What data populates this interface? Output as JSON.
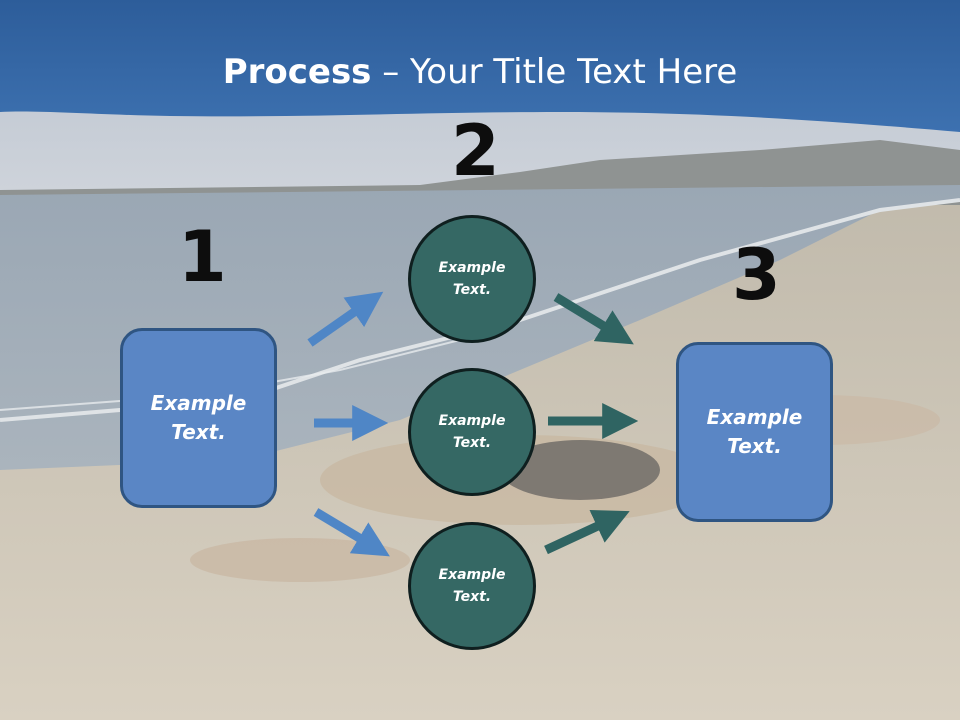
{
  "title": {
    "bold": "Process",
    "rest": " – Your Title Text Here"
  },
  "steps": {
    "one": "1",
    "two": "2",
    "three": "3"
  },
  "boxes": {
    "left": [
      "Example",
      "Text."
    ],
    "right": [
      "Example",
      "Text."
    ]
  },
  "circles": {
    "top": [
      "Example",
      "Text."
    ],
    "middle": [
      "Example",
      "Text."
    ],
    "bottom": [
      "Example",
      "Text."
    ]
  },
  "colors": {
    "header": "#3a69a8",
    "box_fill": "#5a86c5",
    "box_border": "#2f5582",
    "circle_fill": "#356864",
    "arrow_blue": "#4f86c6",
    "arrow_teal": "#2f6462"
  }
}
